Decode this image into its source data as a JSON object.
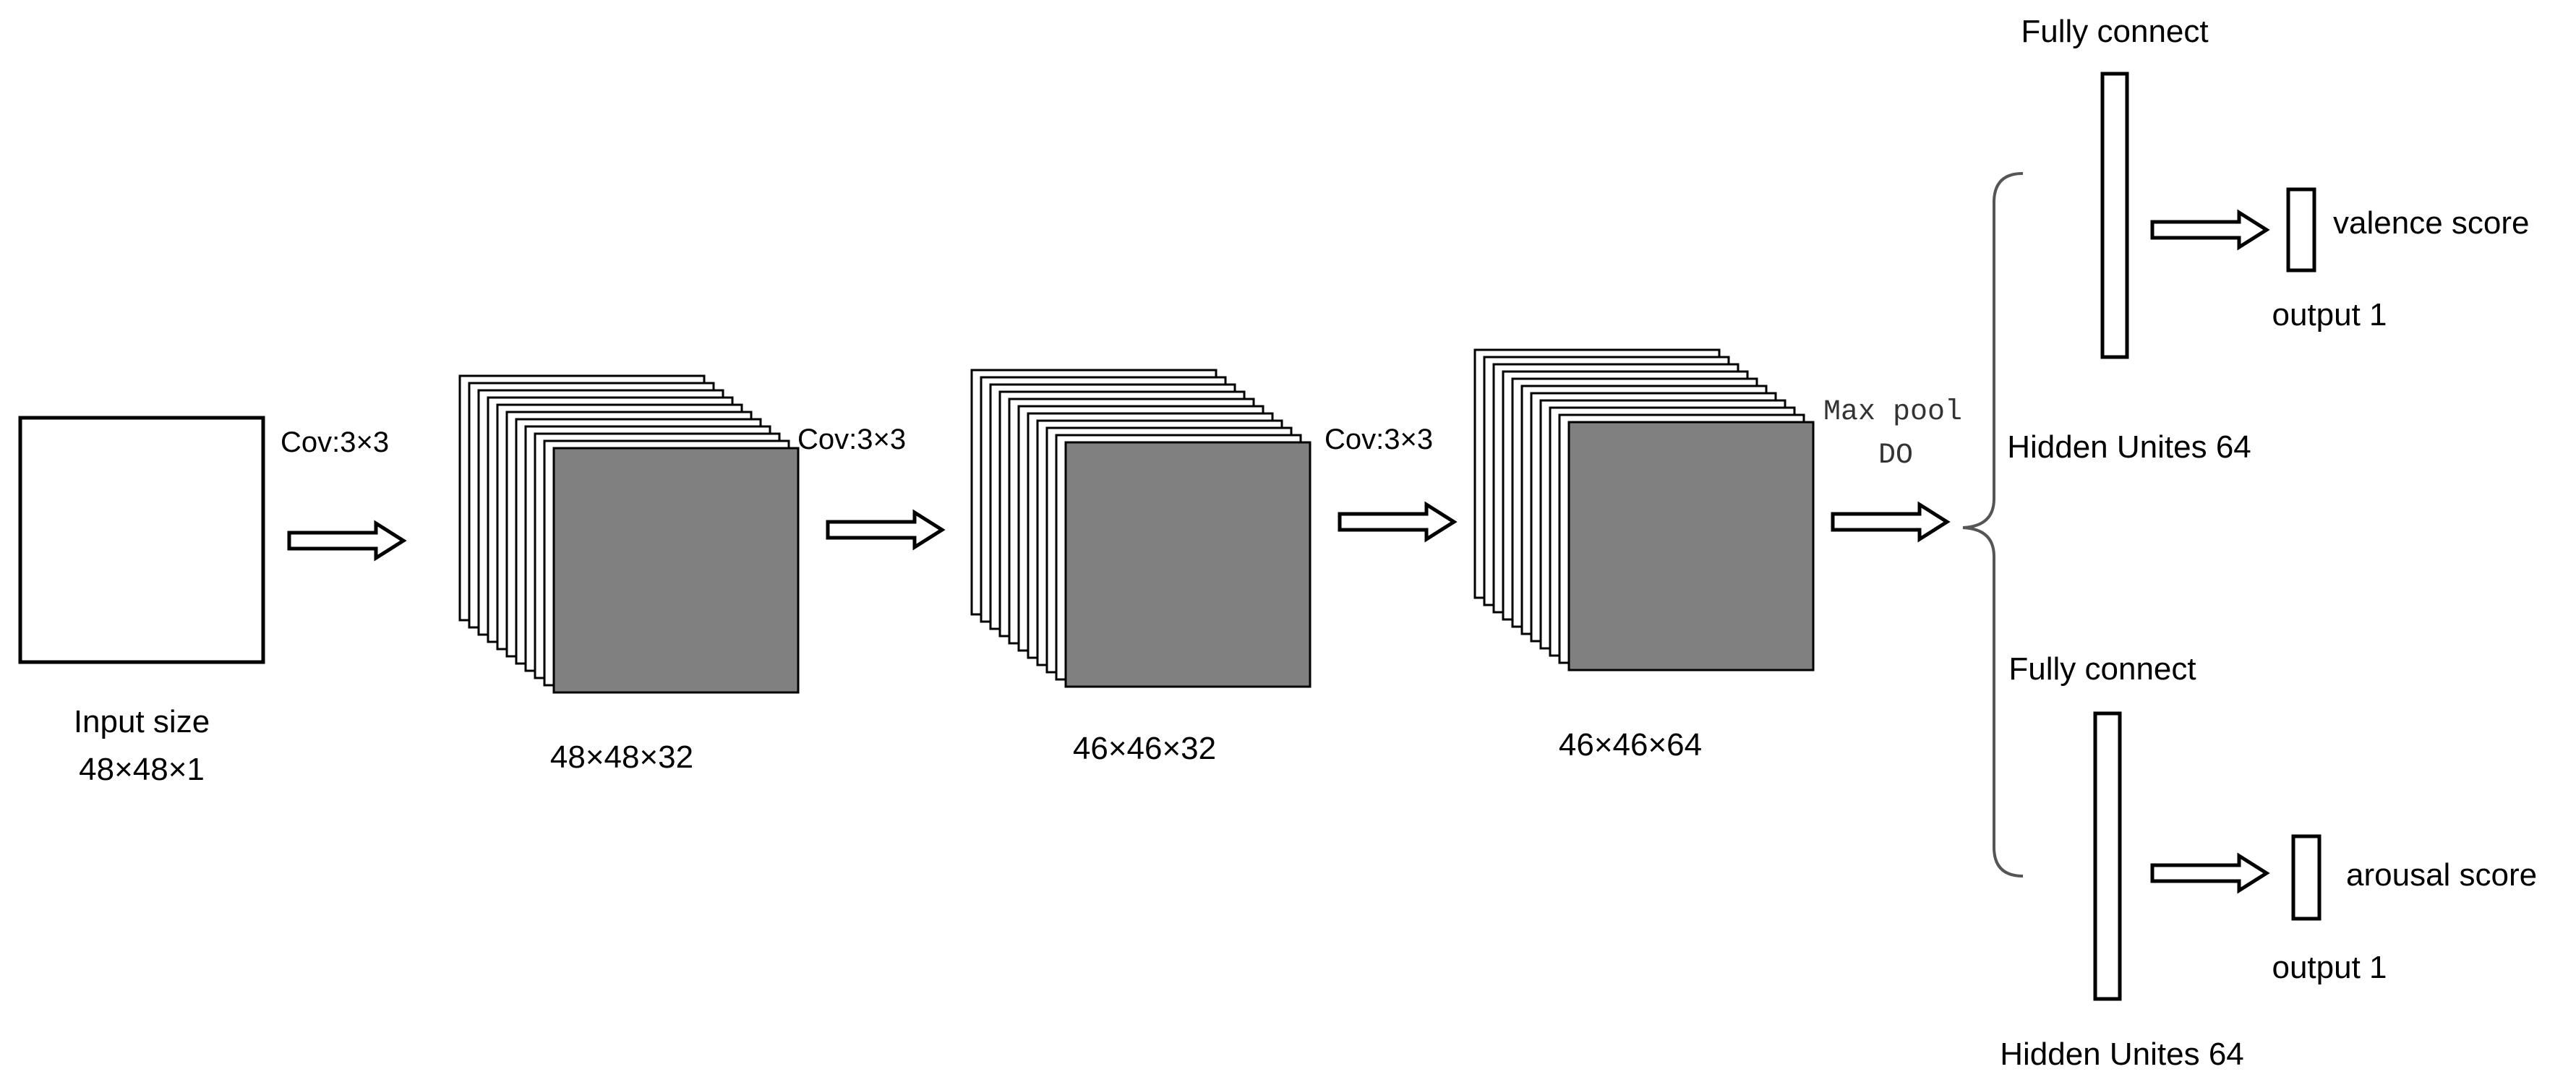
{
  "input": {
    "label_line1": "Input size",
    "label_line2": "48×48×1"
  },
  "conv_labels": [
    "Cov:3×3",
    "Cov:3×3",
    "Cov:3×3"
  ],
  "stacks": [
    {
      "label": "48×48×32"
    },
    {
      "label": "46×46×32"
    },
    {
      "label": "46×46×64"
    }
  ],
  "pool": {
    "line1": "Max pool",
    "line2": "DO"
  },
  "branches": [
    {
      "fc_label": "Fully connect",
      "hidden_label": "Hidden Unites 64",
      "output_label": "output 1",
      "score_label": "valence score"
    },
    {
      "fc_label": "Fully connect",
      "hidden_label": "Hidden Unites 64",
      "output_label": "output 1",
      "score_label": "arousal score"
    }
  ],
  "colors": {
    "feature_map_fill": "#808080",
    "stroke": "#000000",
    "background": "#ffffff",
    "brace": "#555555"
  }
}
